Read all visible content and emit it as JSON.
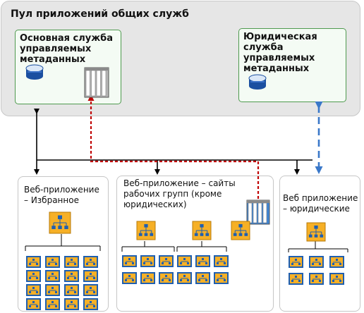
{
  "pool": {
    "title": "Пул приложений общих служб"
  },
  "services": {
    "main": {
      "title_lines": [
        "Основная служба",
        "управляемых",
        "метаданных"
      ]
    },
    "legal": {
      "title_lines": [
        "Юридическая",
        "служба",
        "управляемых",
        "метаданных"
      ]
    }
  },
  "apps": {
    "favorites": {
      "title_lines": [
        "Веб-приложение",
        "– Избранное"
      ]
    },
    "team": {
      "title_lines": [
        "Веб-приложение – сайты",
        "рабочих групп (кроме",
        "юридических)"
      ]
    },
    "legal": {
      "title_lines": [
        "Веб приложение",
        "– юридические"
      ]
    }
  },
  "icons": {
    "database": "database-icon",
    "term_store": "term-store-icon",
    "site_collection": "site-collection-icon",
    "site": "site-icon"
  },
  "colors": {
    "pool_bg": "#e6e6e6",
    "service_border": "#4f9a4f",
    "service_bg": "#f4fbf4",
    "connector": "#000000",
    "red_dashed": "#c00000",
    "blue_dashed": "#3a78c9",
    "icon_orange": "#f6b026",
    "icon_blue": "#1f5fb0"
  }
}
